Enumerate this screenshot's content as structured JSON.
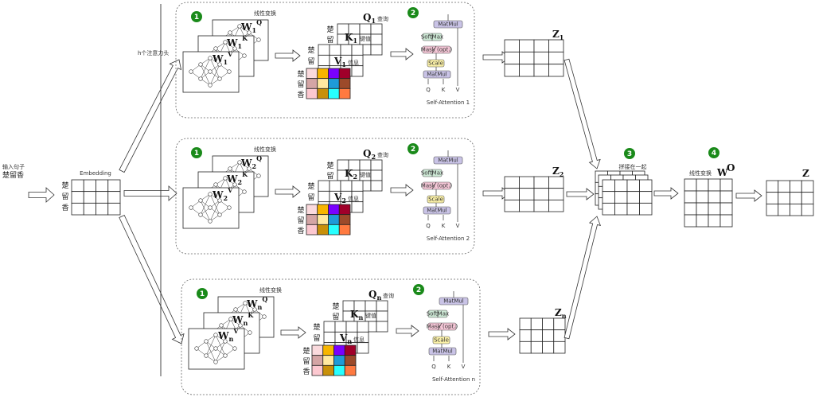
{
  "input": {
    "label": "输入句子",
    "sentence": "楚留香"
  },
  "embedding": {
    "label": "Embedding",
    "rows": [
      "楚",
      "留",
      "香"
    ]
  },
  "heads_label": "h个注意力头",
  "blocks": [
    {
      "sub": "1",
      "badge1": "1",
      "badge2": "2",
      "linear_label": "线性变换",
      "q_tag": "查询",
      "k_tag": "键值",
      "v_tag": "信息",
      "title": "Self-Attention 1",
      "z_sub": "1"
    },
    {
      "sub": "2",
      "badge1": "1",
      "badge2": "2",
      "linear_label": "线性变换",
      "q_tag": "查询",
      "k_tag": "键值",
      "v_tag": "信息",
      "title": "Self-Attention 2",
      "z_sub": "2"
    },
    {
      "sub": "n",
      "badge1": "1",
      "badge2": "2",
      "linear_label": "线性变换",
      "q_tag": "查询",
      "k_tag": "键值",
      "v_tag": "信息",
      "title": "Self-Attention n",
      "z_sub": "n"
    }
  ],
  "attention_ops": [
    "MatMul",
    "SoftMax",
    "Mask (opt.)",
    "Scale",
    "MatMul"
  ],
  "attention_inputs": [
    "Q",
    "K",
    "V"
  ],
  "concat": {
    "badge": "3",
    "label": "拼接在一起"
  },
  "output_linear": {
    "badge": "4",
    "label": "线性变换",
    "matrix": "W",
    "sup": "O"
  },
  "output": {
    "label": "Z"
  },
  "colors": {
    "badge": "#1a8a1a",
    "matmul": "#c9c3e6",
    "softmax": "#cde8d5",
    "mask": "#f4c6d6",
    "scale": "#fbf1a8",
    "value_cells": [
      [
        "#fadadd",
        "#f7b500",
        "#7a00ff",
        "#a0002a"
      ],
      [
        "#d4a5a5",
        "#ffe9a0",
        "#1e9bd8",
        "#9c4a2a"
      ],
      [
        "#fcc8d0",
        "#c8900a",
        "#28ffff",
        "#ff7a40"
      ]
    ]
  }
}
